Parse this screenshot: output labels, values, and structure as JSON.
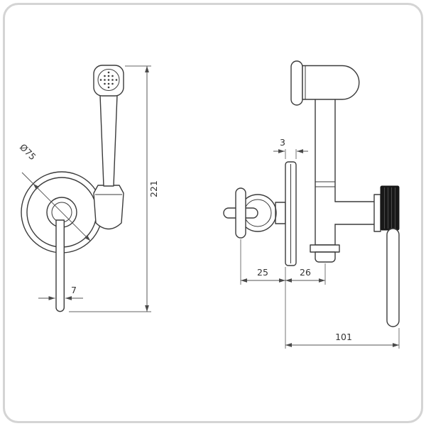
{
  "drawing": {
    "kind": "technical-dimension-drawing",
    "subject": "bidet-hand-shower-with-holder-and-valve",
    "views": {
      "front": "front-view",
      "side": "side-view"
    },
    "line_color": "#3b3b3b",
    "border_color": "#d4d4d4",
    "knurl_color": "#181818"
  },
  "labels": {
    "flange_diameter": "Ø75",
    "overall_height": "221",
    "hose_width": "7",
    "plate_thickness": "3",
    "inwall_depth": "25",
    "plate_to_body": "26",
    "overall_depth": "101"
  }
}
